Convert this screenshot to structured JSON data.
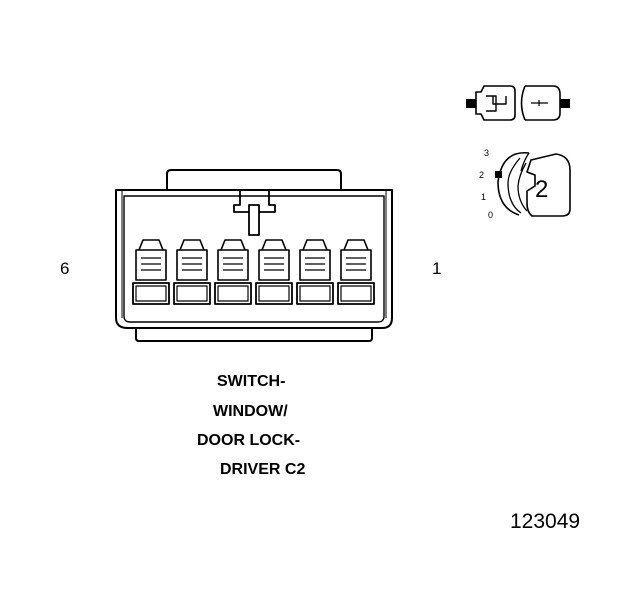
{
  "connector": {
    "cavity_count": 6,
    "pin_left": "6",
    "pin_right": "1",
    "title_lines": [
      "SWITCH-",
      "WINDOW/",
      "DOOR LOCK-",
      "DRIVER C2"
    ]
  },
  "figure_id": "123049",
  "locator": {
    "positions": [
      "3",
      "2",
      "1",
      "0"
    ],
    "connector_number": "2"
  },
  "colors": {
    "line": "#000000",
    "background": "#ffffff"
  }
}
